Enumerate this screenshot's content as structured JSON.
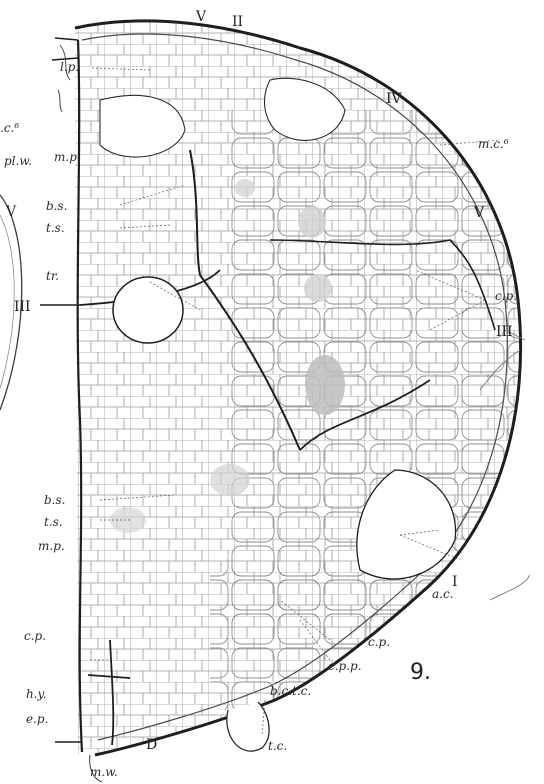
{
  "figure": {
    "number": "9.",
    "labels": {
      "lp": "l.p.",
      "c6": ".c.⁶",
      "plw": "pl.w.",
      "mp_top": "m.p.",
      "bs_top": "b.s.",
      "ts_top": "t.s.",
      "tr": "tr.",
      "bs_bot": "b.s.",
      "ts_bot": "t.s.",
      "mp_bot": "m.p.",
      "cp_left": "c.p.",
      "hy": "h.y.",
      "ep": "e.p.",
      "mw": "m.w.",
      "mc6": "m.c.⁶",
      "cp_right": "c.p.",
      "ac": "a.c.",
      "cp_bottom": "c.p.",
      "cpp": "c.p.p.",
      "bctc": "b.c.t.c.",
      "tc": "t.c."
    },
    "roman": {
      "v_top": "V",
      "ii": "II",
      "iv": "IV",
      "v_right": "V",
      "iii_right": "III",
      "i": "I",
      "v_left": "V",
      "iii_left": "III",
      "d": "D"
    }
  },
  "colors": {
    "ink": "#2a2a2a",
    "stipple": "#bdbdbd"
  }
}
